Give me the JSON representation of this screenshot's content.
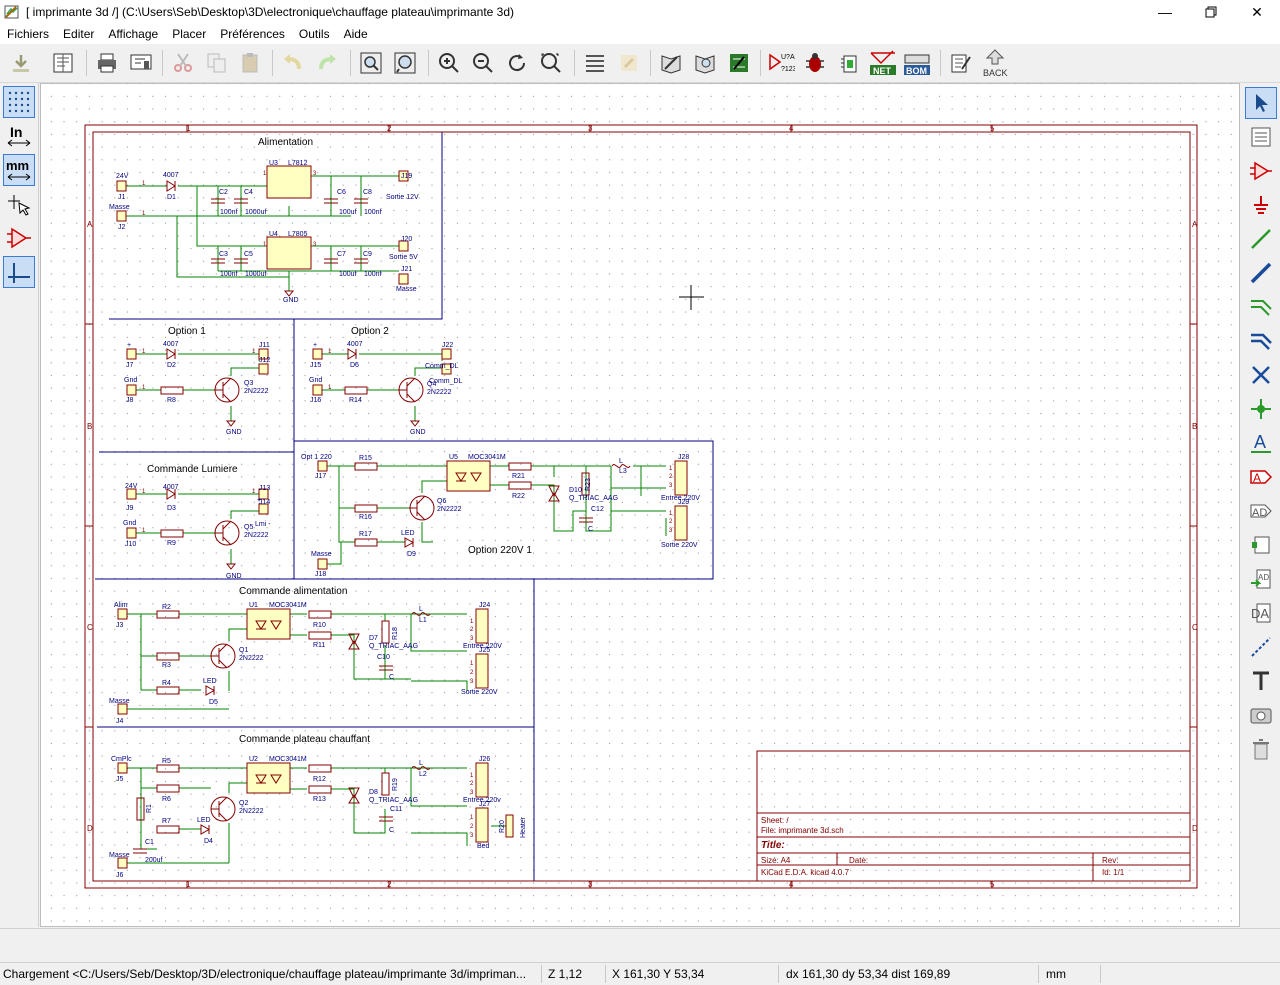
{
  "window": {
    "title": "[ imprimante 3d /] (C:\\Users\\Seb\\Desktop\\3D\\electronique\\chauffage plateau\\imprimante 3d)"
  },
  "menu": [
    "Fichiers",
    "Editer",
    "Affichage",
    "Placer",
    "Préférences",
    "Outils",
    "Aide"
  ],
  "toolbar": {
    "annotate_label": "U?A\n?123",
    "netlist_label": "NET",
    "bom_label": "BOM",
    "back_label": "BACK"
  },
  "left_toolbar": {
    "units_in": "In",
    "units_mm": "mm"
  },
  "schematic": {
    "frame_cols": [
      "1",
      "2",
      "3",
      "4",
      "5"
    ],
    "frame_rows": [
      "A",
      "B",
      "C",
      "D"
    ],
    "blocks": [
      {
        "title": "Alimentation"
      },
      {
        "title": "Option 1"
      },
      {
        "title": "Option 2"
      },
      {
        "title": "Commande Lumiere"
      },
      {
        "title": "Option 220V 1"
      },
      {
        "title": "Commande alimentation"
      },
      {
        "title": "Commande plateau chauffant"
      }
    ],
    "alim": {
      "conn_24v": "24V",
      "j1": "J1",
      "masse": "Masse",
      "j2": "J2",
      "d1": "4007",
      "d1ref": "D1",
      "u3": "U3",
      "u3val": "L7812",
      "u4": "U4",
      "u4val": "L7805",
      "gnd": "GND",
      "j19": "J19",
      "j19lbl": "Sortie 12V",
      "j20": "J20",
      "j20lbl": "Sortie 5V",
      "j21": "J21",
      "j21lbl": "Masse",
      "c2": "C2",
      "c4": "C4",
      "c6": "C6",
      "c8": "C8",
      "c3": "C3",
      "c5": "C5",
      "c7": "C7",
      "c9": "C9",
      "v100n": "100nf",
      "v1000": "1000uf",
      "v100u": "100uf",
      "v100nf": "100nf"
    },
    "opt1": {
      "plus": "+",
      "j7": "J7",
      "gnd": "Gnd",
      "j8": "J8",
      "d2": "4007",
      "d2ref": "D2",
      "r8": "R8",
      "q3": "Q3",
      "q3v": "2N2222",
      "j11": "J11",
      "j12": "J12",
      "gndl": "GND"
    },
    "opt2": {
      "plus": "+",
      "j15": "J15",
      "gnd": "Gnd",
      "j16": "J16",
      "d6": "4007",
      "d6ref": "D6",
      "r14": "R14",
      "q4": "Q4",
      "q4v": "2N2222",
      "j22": "J22",
      "c1": "Comm_DL",
      "c2": "Comm_DL",
      "gndl": "GND"
    },
    "lum": {
      "v24": "24V",
      "j9": "J9",
      "gnd": "Gnd",
      "j10": "J10",
      "d3": "4007",
      "d3ref": "D3",
      "r9": "R9",
      "q5": "Q5",
      "q5v": "2N2222",
      "j13": "J13",
      "j14": "J14",
      "plus": "+",
      "lmi": "Lmi -",
      "gndl": "GND"
    },
    "o220": {
      "opt": "Opt 1 220",
      "j17": "J17",
      "masse": "Masse",
      "j18": "J18",
      "r15": "R15",
      "r16": "R16",
      "r17": "R17",
      "u5": "U5",
      "u5v": "MOC3041M",
      "r21": "R21",
      "r22": "R22",
      "r23": "R23",
      "q6": "Q6",
      "q6v": "2N2222",
      "led": "LED",
      "d9": "D9",
      "d10": "D10",
      "d10v": "Q_TRIAC_AAG",
      "l3": "L3",
      "l": "L",
      "c12": "C12",
      "c": "C",
      "j28": "J28",
      "j29": "J29",
      "entree": "Entree 220V",
      "sortie": "Sortie 220V"
    },
    "calim": {
      "alim": "Alim",
      "j3": "J3",
      "masse": "Masse",
      "j4": "J4",
      "r2": "R2",
      "r3": "R3",
      "r4": "R4",
      "u1": "U1",
      "u1v": "MOC3041M",
      "r10": "R10",
      "r11": "R11",
      "r18": "R18",
      "q1": "Q1",
      "q1v": "2N2222",
      "led": "LED",
      "d5": "D5",
      "d7": "D7",
      "d7v": "Q_TRIAC_AAG",
      "c10": "C10",
      "c": "C",
      "l1": "L1",
      "l": "L",
      "j24": "J24",
      "j25": "J25",
      "entree": "Entree 220V",
      "sortie": "Sortie 220V"
    },
    "cplat": {
      "cmd": "CmPlc",
      "j5": "J5",
      "masse": "Masse",
      "j6": "J6",
      "r1": "R1",
      "r5": "R5",
      "r6": "R6",
      "r7": "R7",
      "c1": "C1",
      "c1v": "200uf",
      "u2": "U2",
      "u2v": "MOC3041M",
      "r12": "R12",
      "r13": "R13",
      "r19": "R19",
      "q2": "Q2",
      "q2v": "2N2222",
      "led": "LED",
      "d4": "D4",
      "d8": "D8",
      "d8v": "Q_TRIAC_AAG",
      "c11": "C11",
      "c": "C",
      "l2": "L2",
      "l": "L",
      "j26": "J26",
      "j27": "J27",
      "entree": "Entree 220v",
      "bed": "Bed",
      "r20": "R20",
      "heater": "Heater"
    },
    "titleblock": {
      "sheet": "Sheet: /",
      "file": "File: imprimante 3d.sch",
      "title_label": "Title:",
      "size": "Size: A4",
      "date": "Date:",
      "rev": "Rev:",
      "kicad": "KiCad E.D.A.  kicad 4.0.7",
      "id": "Id: 1/1"
    }
  },
  "status": {
    "message": "Chargement <C:/Users/Seb/Desktop/3D/electronique/chauffage plateau/imprimante 3d/impriman...",
    "zoom": "Z 1,12",
    "abs": "X 161,30  Y 53,34",
    "rel": "dx 161,30  dy 53,34  dist 169,89",
    "units": "mm"
  },
  "colors": {
    "wire": "#008400",
    "frame": "#840000",
    "text": "#000084",
    "body": "#ffffc2",
    "pin": "#840000",
    "cursor": "#000"
  }
}
